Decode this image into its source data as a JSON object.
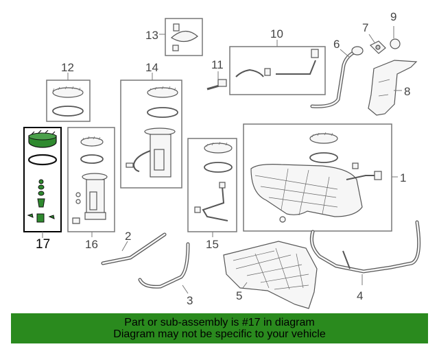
{
  "callouts": [
    "1",
    "2",
    "3",
    "4",
    "5",
    "6",
    "7",
    "8",
    "9",
    "10",
    "11",
    "12",
    "13",
    "14",
    "15",
    "16",
    "17"
  ],
  "highlighted_part": "17",
  "colors": {
    "highlight": "#2a8a1e",
    "banner_text": "#000000",
    "line": "#555555"
  },
  "banner": {
    "line1": "Part or sub-assembly is #17 in diagram",
    "line2": "Diagram may not be specific to your vehicle"
  }
}
